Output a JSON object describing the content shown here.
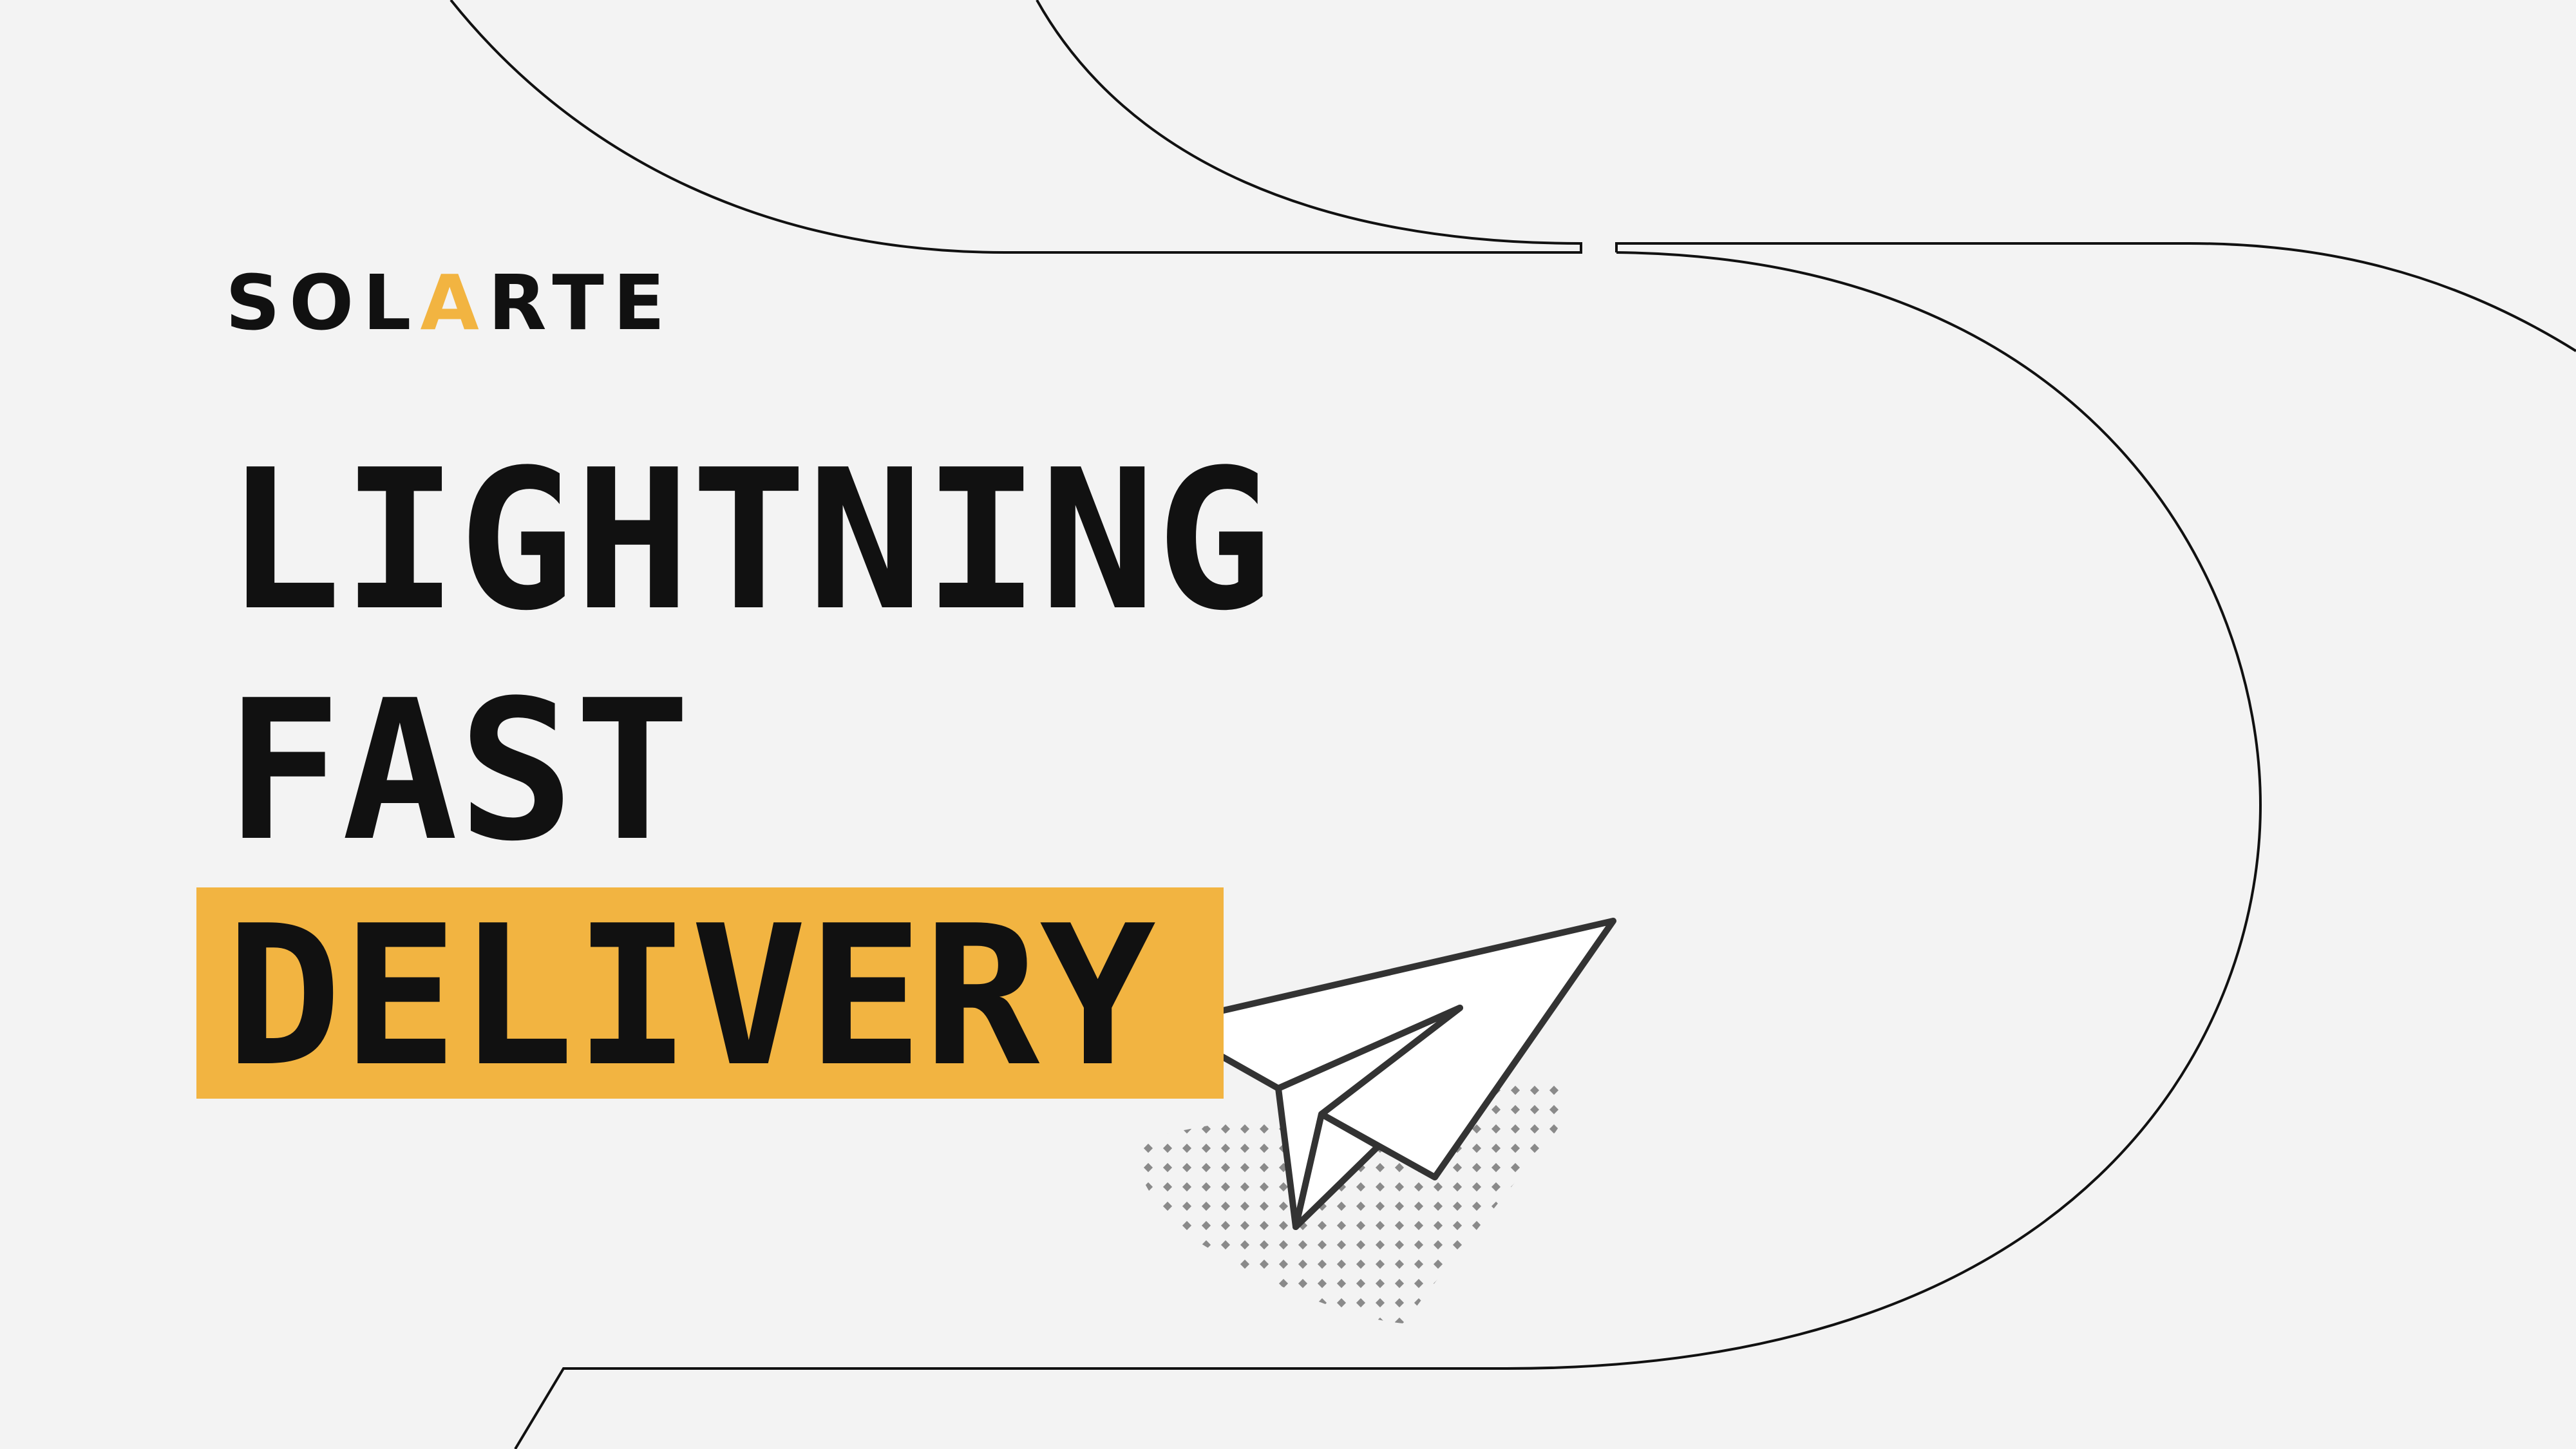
{
  "brand": {
    "name_part1": "SOL",
    "name_accent": "A",
    "name_part2": "RTE",
    "accent_color": "#f2b441"
  },
  "headline": {
    "line1": "LIGHTNING",
    "line2": "FAST",
    "line3": "DELIVERY"
  },
  "colors": {
    "background": "#f3f3f3",
    "text": "#111111",
    "highlight": "#f2b441",
    "outline": "#111111"
  },
  "illustration": {
    "icon": "paper-plane-icon"
  }
}
